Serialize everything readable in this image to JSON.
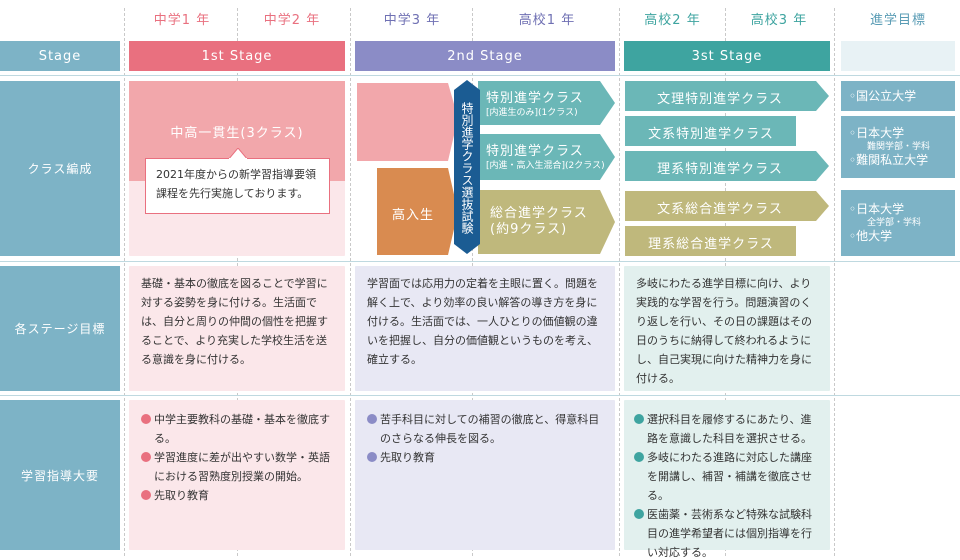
{
  "grades": [
    "中学1 年",
    "中学2 年",
    "中学3 年",
    "高校1 年",
    "高校2 年",
    "高校3 年",
    "進学目標"
  ],
  "stage_label": "Stage",
  "stages": [
    "1st Stage",
    "2nd Stage",
    "3st Stage"
  ],
  "row_labels": [
    "クラス編成",
    "各ステージ目標",
    "学習指導大要"
  ],
  "classes": {
    "integrated": "中高一貫生(3クラス)",
    "note": "2021年度からの新学習指導要領課程を先行実施しております。",
    "new_entry": "高入生",
    "selection_exam": "特別進学クラス選抜試験",
    "stage2": [
      {
        "name": "特別進学クラス",
        "sub": "[内進生のみ](1クラス)"
      },
      {
        "name": "特別進学クラス",
        "sub": "[内進・高入生混合](2クラス)"
      },
      {
        "name": "総合進学クラス",
        "sub": "(約9クラス)"
      }
    ],
    "stage3": [
      "文理特別進学クラス",
      "文系特別進学クラス",
      "理系特別進学クラス",
      "文系総合進学クラス",
      "理系総合進学クラス"
    ]
  },
  "goals": [
    {
      "lines": [
        "◦国公立大学"
      ]
    },
    {
      "lines": [
        "◦日本大学"
      ],
      "sub": "難関学部・学科",
      "tail": "◦難関私立大学"
    },
    {
      "lines": [
        "◦日本大学"
      ],
      "sub": "全学部・学科",
      "tail": "◦他大学"
    }
  ],
  "stage_goals": [
    "基礎・基本の徹底を図ることで学習に対する姿勢を身に付ける。生活面では、自分と周りの仲間の個性を把握することで、より充実した学校生活を送る意識を身に付ける。",
    "学習面では応用力の定着を主眼に置く。問題を解く上で、より効率の良い解答の導き方を身に付ける。生活面では、一人ひとりの価値観の違いを把握し、自分の価値観というものを考え、確立する。",
    "多岐にわたる進学目標に向け、より実践的な学習を行う。問題演習のくり返しを行い、その日の課題はその日のうちに納得して終われるようにし、自己実現に向けた精神力を身に付ける。"
  ],
  "guidance": {
    "stage1": [
      "中学主要教科の基礎・基本を徹底する。",
      "学習進度に差が出やすい数学・英語における習熟度別授業の開始。",
      "先取り教育"
    ],
    "stage2": [
      "苦手科目に対しての補習の徹底と、得意科目のさらなる伸長を図る。",
      "先取り教育"
    ],
    "stage3": [
      "選択科目を履修するにあたり、進路を意識した科目を選択させる。",
      "多岐にわたる進路に対応した講座を開講し、補習・補講を徹底させる。",
      "医歯薬・芸術系など特殊な試験科目の進学希望者には個別指導を行い対応する。"
    ]
  },
  "colors": {
    "teal": "#7db3c6",
    "stage1": "#e9707f",
    "stage2": "#8b8cc6",
    "stage3": "#3ea4a0",
    "pink_light": "#fbe7ea",
    "pink": "#f2a7ab",
    "orange": "#d98b50",
    "navy": "#1b5c93",
    "teal_arrow": "#6bb7b7",
    "olive": "#bfb87c",
    "lav_light": "#e8e8f4",
    "teal_light": "#e2f0ee"
  }
}
